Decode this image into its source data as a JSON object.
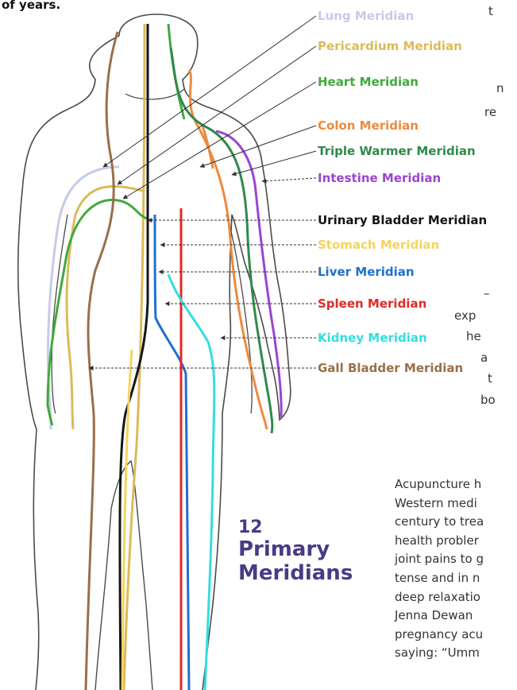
{
  "top_fragment": "of years.",
  "side_fragments": [
    "t",
    "n",
    "re",
    "–",
    "exp",
    "he",
    "a",
    "t",
    "bo"
  ],
  "colors": {
    "outline": "#4a4a4a",
    "badge": "#4a3a86",
    "lung": "#c9c9ea",
    "pericardium": "#dcba5a",
    "heart": "#3faa3c",
    "colon": "#ee8a3c",
    "triple_warmer": "#2e8a4a",
    "intestine": "#9a45d0",
    "urinary_bladder": "#151515",
    "stomach": "#f5d35f",
    "liver": "#1f6fd0",
    "spleen": "#e02a25",
    "kidney": "#34dde0",
    "gall_bladder": "#9a6f48"
  },
  "meridian_labels": [
    "Lung Meridian",
    "Pericardium Meridian",
    "Heart Meridian",
    "Colon Meridian",
    "Triple Warmer Meridian",
    "Intestine Meridian",
    "Urinary Bladder Meridian",
    "Stomach Meridian",
    "Liver Meridian",
    "Spleen Meridian",
    "Kidney Meridian",
    "Gall Bladder Meridian"
  ],
  "badge": {
    "number": "12",
    "line1": "Primary",
    "line2": "Meridians"
  },
  "body_lines": [
    "Acupuncture h",
    "Western medi",
    "century to trea",
    "health probler",
    "joint pains to g",
    "tense and in n",
    "deep relaxatio",
    "Jenna Dewan",
    "pregnancy acu",
    "saying: “Umm"
  ]
}
